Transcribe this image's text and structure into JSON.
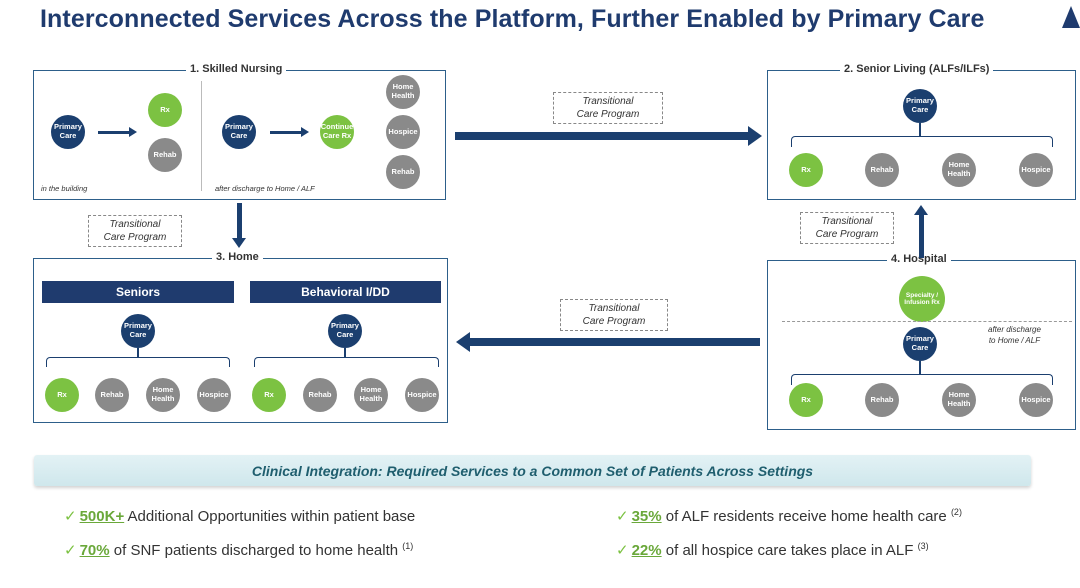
{
  "title": "Interconnected Services Across the Platform, Further Enabled by Primary Care",
  "labels": {
    "primary_care": "Primary Care",
    "rx": "Rx",
    "rehab": "Rehab",
    "home_health": "Home Health",
    "hospice": "Hospice",
    "continue_care_rx": "Continue Care Rx",
    "specialty_infusion_rx": "Specialty / Infusion Rx"
  },
  "transitional_care": [
    "Transitional",
    "Care Program"
  ],
  "skilled_nursing": {
    "title": "1. Skilled Nursing",
    "note_left": "in the building",
    "note_right": "after discharge to Home / ALF"
  },
  "senior_living": {
    "title": "2. Senior Living (ALFs/ILFs)"
  },
  "home": {
    "title": "3. Home",
    "seniors_label": "Seniors",
    "behavioral_label": "Behavioral I/DD"
  },
  "hospital": {
    "title": "4. Hospital",
    "note": [
      "after discharge",
      "to Home / ALF"
    ]
  },
  "banner": "Clinical Integration: Required Services to a Common Set of Patients Across Settings",
  "stats": [
    {
      "value": "500K+",
      "text": " Additional Opportunities within patient base",
      "ref": ""
    },
    {
      "value": "70%",
      "text": " of SNF patients discharged to home health ",
      "ref": "(1)"
    },
    {
      "value": "35%",
      "text": " of ALF residents receive home health care ",
      "ref": "(2)"
    },
    {
      "value": "22%",
      "text": " of all hospice care takes place in ALF ",
      "ref": "(3)"
    }
  ],
  "check_mark": "✓",
  "colors": {
    "navy": "#1b3f6f",
    "green": "#7cc242",
    "gray": "#8a8a8a"
  }
}
